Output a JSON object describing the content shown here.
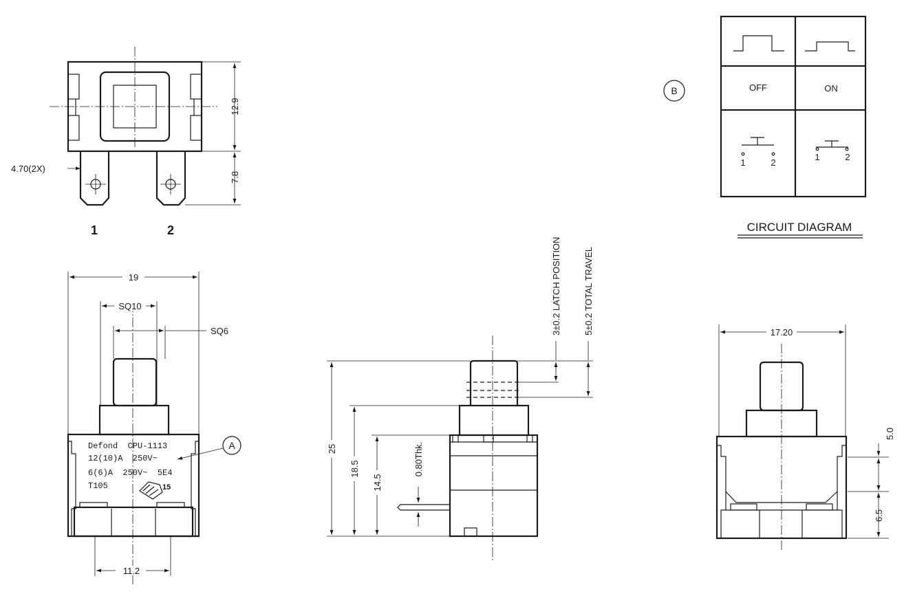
{
  "top_view": {
    "dim_height": "12.9",
    "dim_tab_length": "7.8",
    "dim_tab_hole": "4.70(2X)",
    "terminal_1": "1",
    "terminal_2": "2"
  },
  "front_view": {
    "dim_width": "19",
    "dim_sq10": "SQ10",
    "dim_sq6": "SQ6",
    "dim_pitch": "11.2",
    "marking_line1": "Defond  CPU-1113",
    "marking_line2": "12(10)A  250V~",
    "marking_line3": "6(6)A  250V~  5E4",
    "marking_line4": "T105",
    "marking_logo_number": "15",
    "callout_a": "A"
  },
  "side_view": {
    "dim_25": "25",
    "dim_18_5": "18.5",
    "dim_14_5": "14.5",
    "dim_thk": "0.80Thk.",
    "latch_position": "3±0.2 LATCH POSITION",
    "total_travel": "5±0.2 TOTAL TRAVEL"
  },
  "rear_view": {
    "dim_width": "17.20",
    "dim_5_0": "5.0",
    "dim_6_5": "6.5"
  },
  "circuit_diagram": {
    "callout_b": "B",
    "state_off": "OFF",
    "state_on": "ON",
    "off_terminal_1": "1",
    "off_terminal_2": "2",
    "on_terminal_1": "1",
    "on_terminal_2": "2",
    "caption": "CIRCUIT DIAGRAM"
  }
}
